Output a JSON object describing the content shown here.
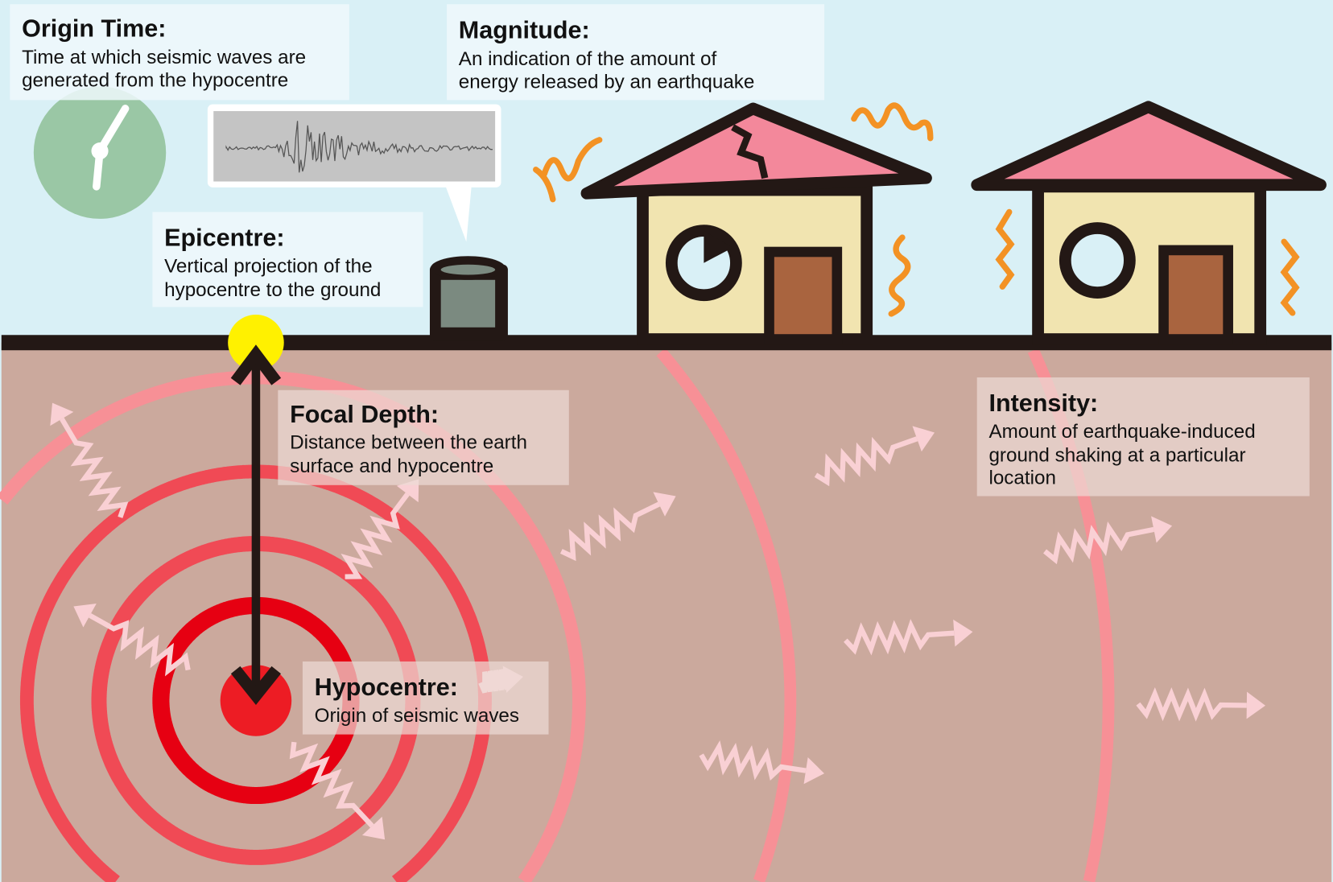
{
  "colors": {
    "sky": "#d9f0f6",
    "ground": "#cba99d",
    "ground_line": "#231815",
    "hypocentre": "#ed1c24",
    "ring_inner": "#e60012",
    "ring_mid": "#f04a55",
    "ring_outer": "#f79096",
    "wave": "#f9d0d4",
    "epicentre": "#fff100",
    "shake": "#f39224",
    "roof": "#f3889b",
    "wall": "#f1e4b0",
    "door": "#a9643f",
    "clock": "#9ac7a5"
  },
  "labels": {
    "origin_time": {
      "title": "Origin Time:",
      "lines": [
        "Time at which seismic waves are",
        "generated from the hypocentre"
      ]
    },
    "magnitude": {
      "title": "Magnitude:",
      "lines": [
        "An indication of the amount of",
        "energy released by an earthquake"
      ]
    },
    "epicentre": {
      "title": "Epicentre:",
      "lines": [
        "Vertical projection of the",
        "hypocentre to the ground"
      ]
    },
    "focal_depth": {
      "title": "Focal Depth:",
      "lines": [
        "Distance between the earth",
        "surface and hypocentre"
      ]
    },
    "hypocentre": {
      "title": "Hypocentre:",
      "lines": [
        "Origin of seismic waves"
      ]
    },
    "intensity": {
      "title": "Intensity:",
      "lines": [
        "Amount of earthquake-induced",
        "ground shaking at a particular",
        "location"
      ]
    }
  }
}
